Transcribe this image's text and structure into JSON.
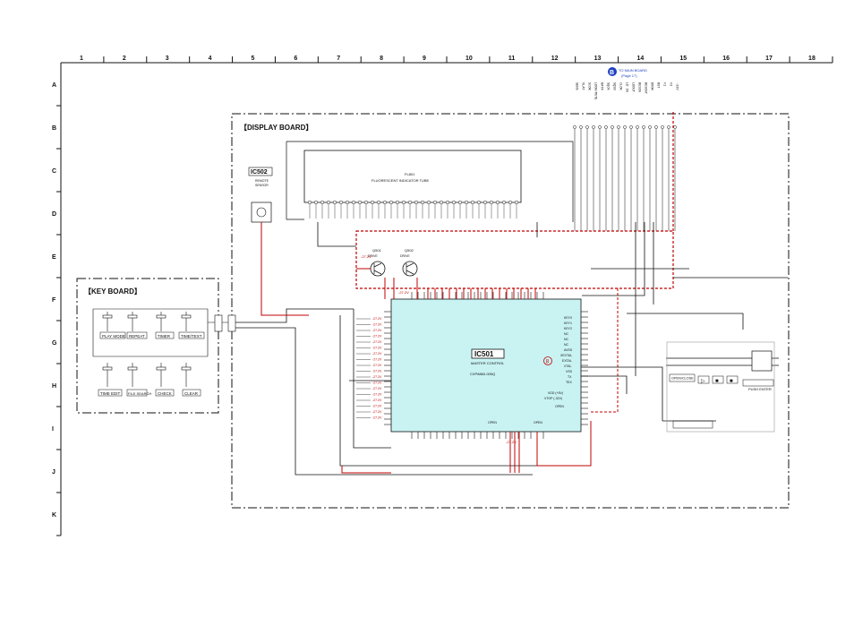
{
  "grid": {
    "columns": [
      "1",
      "2",
      "3",
      "4",
      "5",
      "6",
      "7",
      "8",
      "9",
      "10",
      "11",
      "12",
      "13",
      "14",
      "15",
      "16",
      "17",
      "18"
    ],
    "rows": [
      "A",
      "B",
      "C",
      "D",
      "E",
      "F",
      "G",
      "H",
      "I",
      "J",
      "K"
    ]
  },
  "display_board": {
    "title": "【DISPLAY BOARD】",
    "ic502": {
      "ref": "IC502",
      "label1": "REMOTE",
      "label2": "SENSOR"
    },
    "fl_tube": {
      "ref": "FL801",
      "name": "FLUORESCENT INDICATOR TUBE"
    },
    "ic501": {
      "ref": "IC501",
      "name": "MASTER CONTROL",
      "part": "CXP8860-005Q"
    },
    "to_main": {
      "marker": "B",
      "line1": "TO MAIN BOARD",
      "line2": "(Page 17)"
    },
    "marker_8": "8",
    "transistors": [
      {
        "ref": "Q501",
        "label": "DRIVE"
      },
      {
        "ref": "Q502",
        "label": "DRIVE"
      }
    ],
    "connector_pins": [
      "SENS",
      "XLAT",
      "SCOR",
      "LDON/MUTE",
      "DATA",
      "SQCK",
      "SQSO",
      "CLOK",
      "LD IN",
      "LDOUT",
      "BUSIN",
      "BUSOUT",
      "DOOR",
      "RST",
      "F1",
      "F2",
      "-32V"
    ],
    "ic501_left_pins": [
      "-27.2V",
      "-27.2V",
      "-27.2V",
      "-27.2V",
      "-27.2V",
      "-27.2V",
      "-27.2V",
      "-27.2V",
      "-27.2V",
      "-27.2V",
      "-27.2V",
      "-27.2V",
      "-27.2V",
      "-27.2V",
      "-27.2V",
      "-27.2V",
      "-27.2V",
      "-27.2V"
    ],
    "ic501_right_pins": [
      "KEY0",
      "KEY1",
      "KEY2",
      "NC",
      "NC",
      "NC",
      "AVSS",
      "XEXTAL",
      "EXTAL",
      "XTAL",
      "VSS",
      "TX",
      "TEX",
      "VDD (+5V)",
      "VTOP (-32V)"
    ],
    "open_labels": [
      "OPEN",
      "OPEN",
      "OPEN"
    ],
    "voltage_tags": [
      "-27.2V",
      "-27.2V",
      "-27.2V"
    ],
    "lower_right": {
      "push_label": "PUSH ENTER",
      "open_close": "OPEN/CLOSE",
      "key_labels": [
        "▷",
        "■",
        "■"
      ]
    }
  },
  "key_board": {
    "title": "【KEY BOARD】",
    "buttons": [
      "PLAY MODE",
      "REPEAT",
      "TIMER",
      "TIME/TEXT",
      "TIME EDIT",
      "FILE SEARCH",
      "CHECK",
      "CLEAR"
    ]
  }
}
